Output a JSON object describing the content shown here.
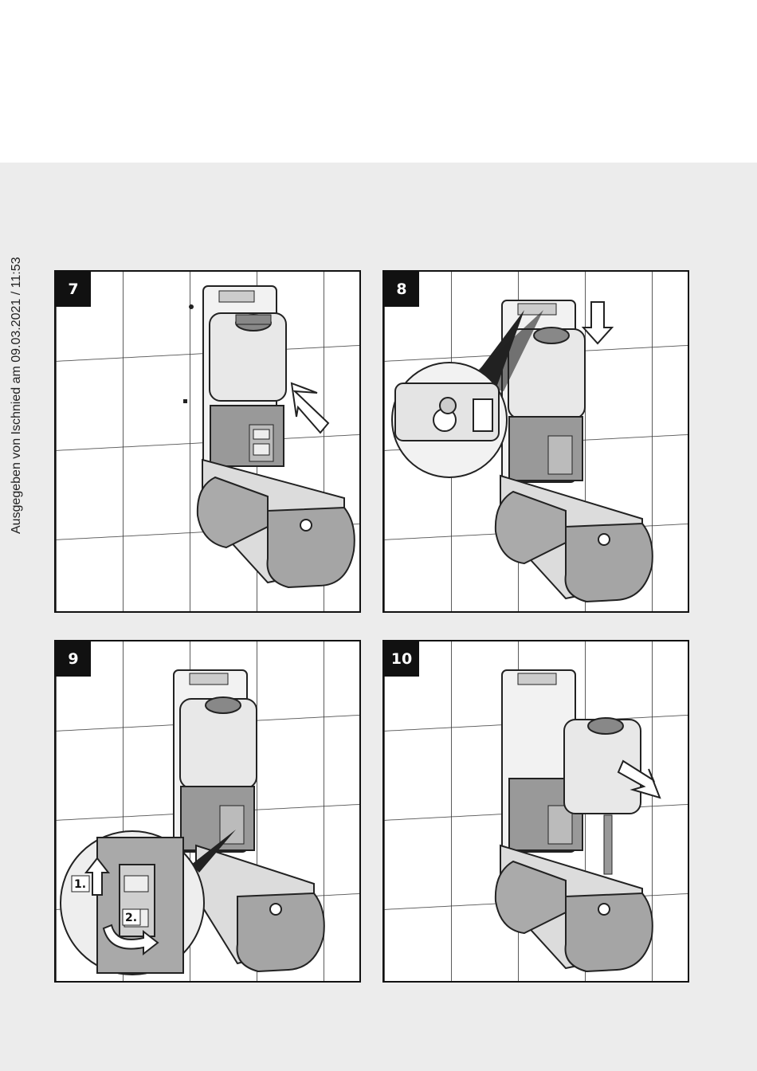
{
  "side_note": "Ausgegeben von Ischnied am 09.03.2021 / 11:53",
  "steps": [
    {
      "number": "7"
    },
    {
      "number": "8"
    },
    {
      "number": "9",
      "callouts": [
        "1.",
        "2."
      ]
    },
    {
      "number": "10"
    }
  ]
}
